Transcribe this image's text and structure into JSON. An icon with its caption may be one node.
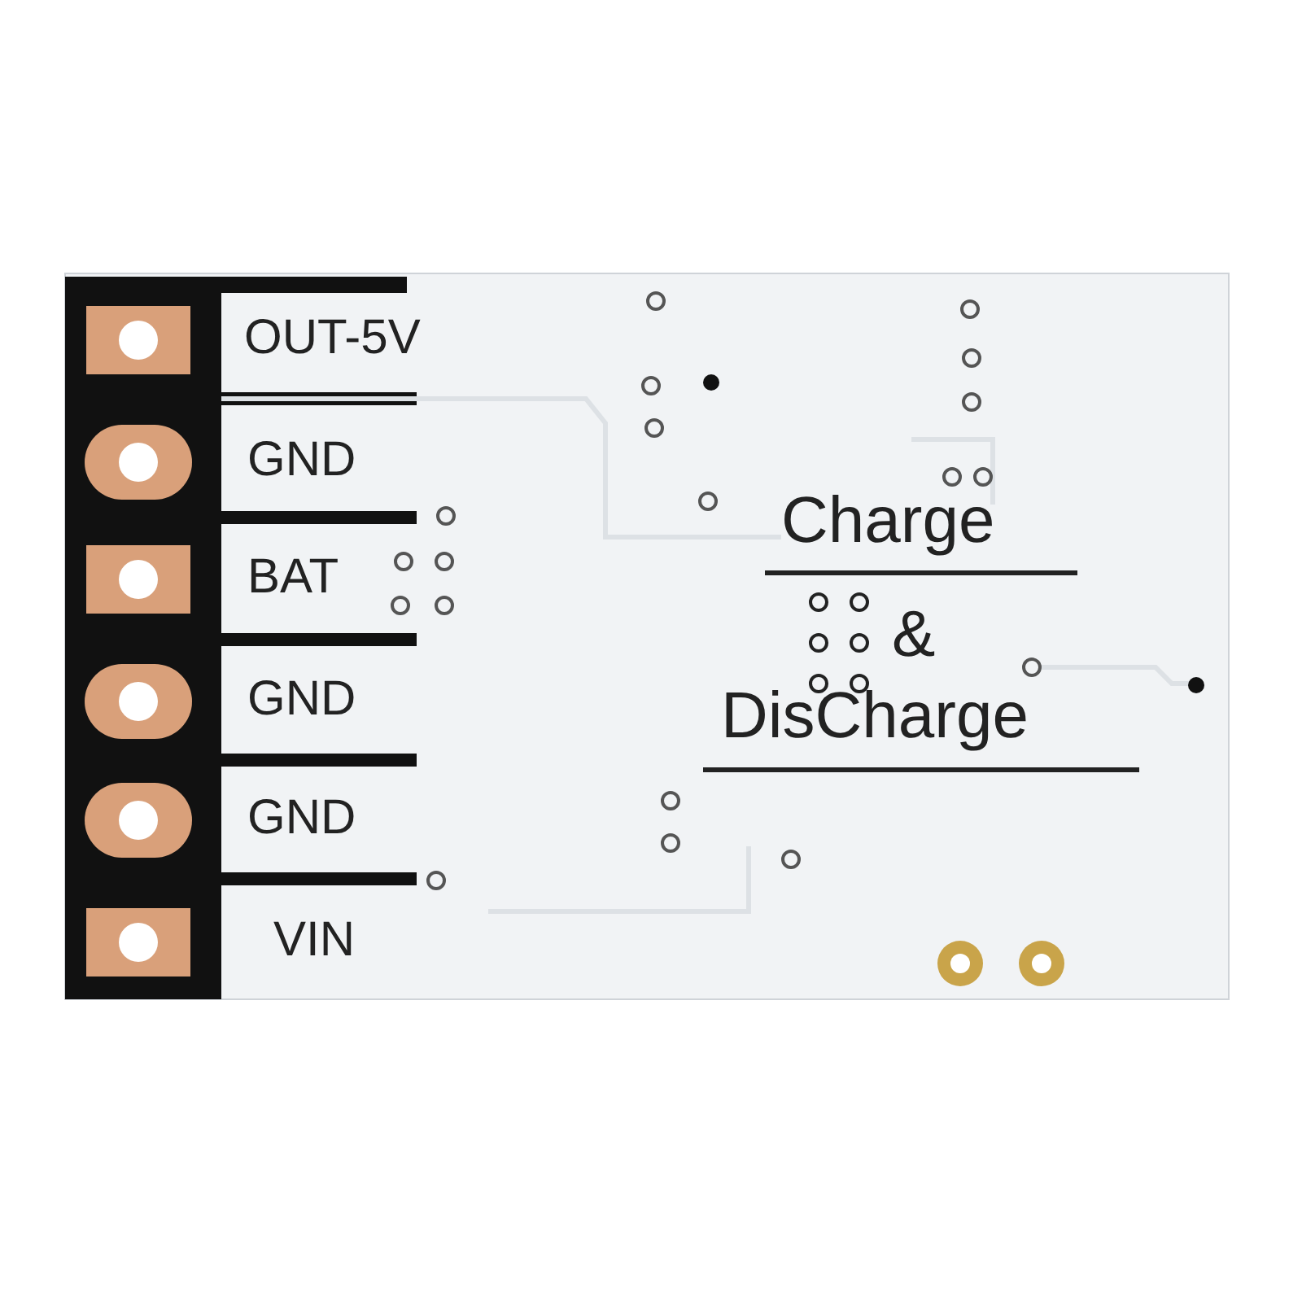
{
  "diagram": {
    "labels": [
      "OUT-5V",
      "GND",
      "BAT",
      "GND",
      "GND",
      "VIN",
      "Charge",
      "&",
      "DisCharge"
    ]
  }
}
